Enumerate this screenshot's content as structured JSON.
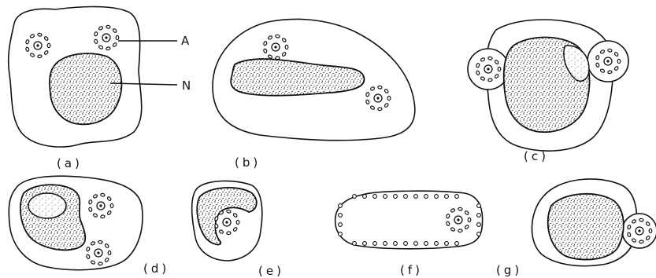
{
  "labels": {
    "A": "A",
    "N": "N"
  },
  "panels": [
    {
      "id": "a",
      "caption": "(a)"
    },
    {
      "id": "b",
      "caption": "(b)"
    },
    {
      "id": "c",
      "caption": "(c)"
    },
    {
      "id": "d",
      "caption": "(d)"
    },
    {
      "id": "e",
      "caption": "(e)"
    },
    {
      "id": "f",
      "caption": "(f)"
    },
    {
      "id": "g",
      "caption": "(g)"
    }
  ]
}
